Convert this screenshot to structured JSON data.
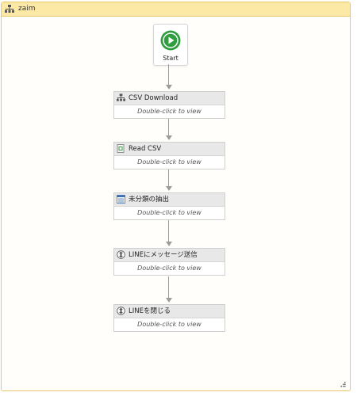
{
  "sequence": {
    "title": "zaim"
  },
  "start": {
    "label": "Start"
  },
  "activities": [
    {
      "title": "CSV Download",
      "hint": "Double-click to view",
      "icon": "sequence-icon"
    },
    {
      "title": "Read CSV",
      "hint": "Double-click to view",
      "icon": "csv-file-icon"
    },
    {
      "title": "未分類の抽出",
      "hint": "Double-click to view",
      "icon": "data-filter-icon"
    },
    {
      "title": "LINEにメッセージ送信",
      "hint": "Double-click to view",
      "icon": "invoke-workflow-icon"
    },
    {
      "title": "LINEを閉じる",
      "hint": "Double-click to view",
      "icon": "invoke-workflow-icon"
    }
  ],
  "colors": {
    "header": "#fce9a6",
    "border": "#e7c76a",
    "start_green": "#2e9e3e",
    "connector": "#9c9c9c"
  }
}
